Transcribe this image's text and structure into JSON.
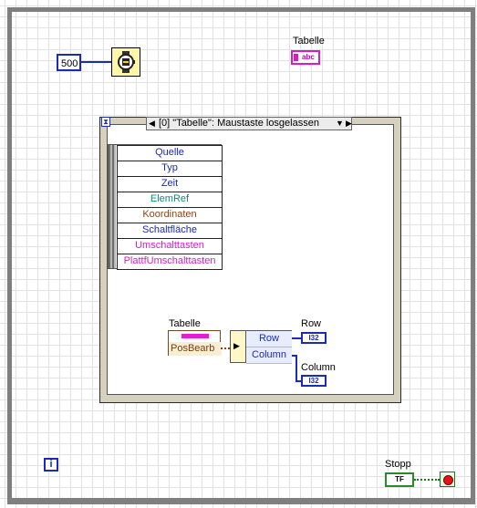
{
  "diagram": {
    "wait_constant": "500",
    "table_terminal_label": "Tabelle",
    "table_terminal_text": "abc",
    "event_structure": {
      "selector_text": "[0] \"Tabelle\": Maustaste losgelassen",
      "event_data": [
        {
          "label": "Quelle",
          "color": "#1a2bb5"
        },
        {
          "label": "Typ",
          "color": "#1a2bb5"
        },
        {
          "label": "Zeit",
          "color": "#1a2bb5"
        },
        {
          "label": "ElemRef",
          "color": "#0f8a7e"
        },
        {
          "label": "Koordinaten",
          "color": "#8b4513"
        },
        {
          "label": "Schaltfläche",
          "color": "#1a2bb5"
        },
        {
          "label": "Umschalttasten",
          "color": "#d41dc9"
        },
        {
          "label": "PlattfUmschalttasten",
          "color": "#d41dc9"
        }
      ],
      "ref_node_label": "Tabelle",
      "ref_node_property": "PosBearb",
      "property_rows": [
        "Row",
        "Column"
      ],
      "row_indicator_label": "Row",
      "column_indicator_label": "Column",
      "i32_text": "I32"
    },
    "loop_iteration_text": "i",
    "stop_label": "Stopp",
    "stop_terminal_text": "TF"
  }
}
